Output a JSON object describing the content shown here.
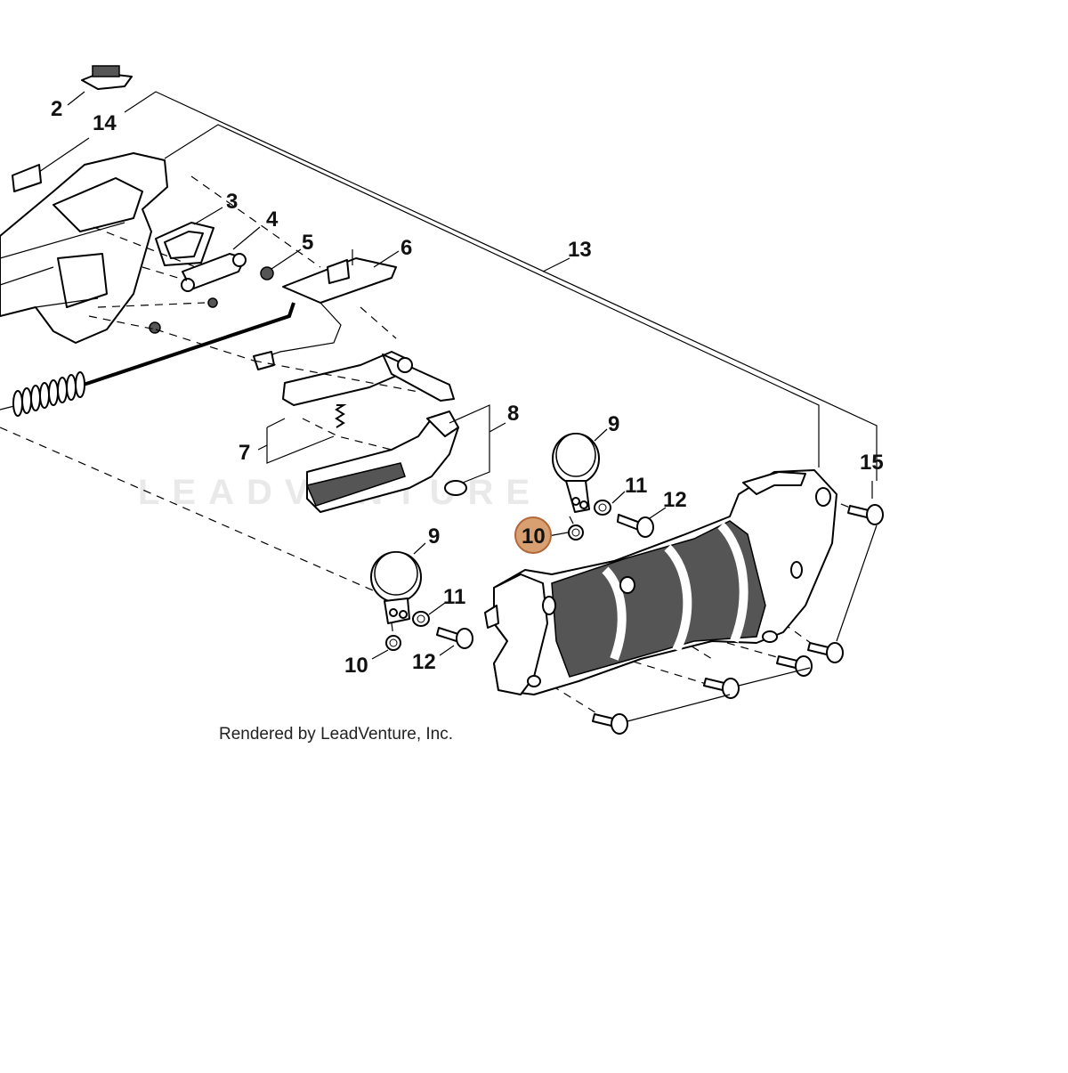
{
  "diagram": {
    "credit": "Rendered by LeadVenture, Inc.",
    "watermark": "LEADVENTURE",
    "highlight_color": "#d8a070",
    "callouts": {
      "c2": "2",
      "c14": "14",
      "c3": "3",
      "c4": "4",
      "c5": "5",
      "c6": "6",
      "c13": "13",
      "c7": "7",
      "c8": "8",
      "c9a": "9",
      "c11a": "11",
      "c12a": "12",
      "c10a": "10",
      "c15": "15",
      "c9b": "9",
      "c11b": "11",
      "c10b": "10",
      "c12b": "12"
    }
  }
}
